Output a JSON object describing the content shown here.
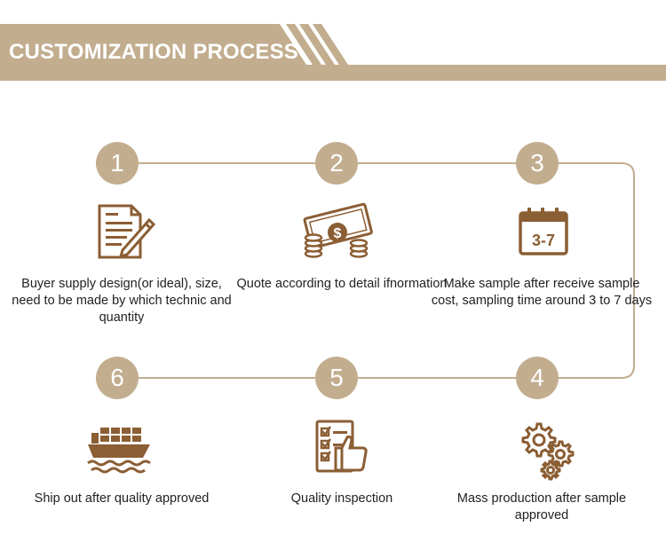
{
  "header": {
    "title": "CUSTOMIZATION PROCESS"
  },
  "colors": {
    "accent": "#c2ad8f",
    "icon": "#8b5e34"
  },
  "steps": [
    {
      "number": "1",
      "icon": "document-pen-icon",
      "text": "Buyer supply design(or ideal), size, need to be made by which technic and quantity"
    },
    {
      "number": "2",
      "icon": "money-coins-icon",
      "text": "Quote according to detail ifnormation"
    },
    {
      "number": "3",
      "icon": "calendar-icon",
      "text": "Make sample after receive sample cost, sampling time around 3 to 7 days",
      "icon_label": "3-7"
    },
    {
      "number": "4",
      "icon": "gears-icon",
      "text": "Mass production after sample approved"
    },
    {
      "number": "5",
      "icon": "quality-checklist-icon",
      "text": "Quality inspection"
    },
    {
      "number": "6",
      "icon": "cargo-ship-icon",
      "text": "Ship out after quality approved"
    }
  ]
}
